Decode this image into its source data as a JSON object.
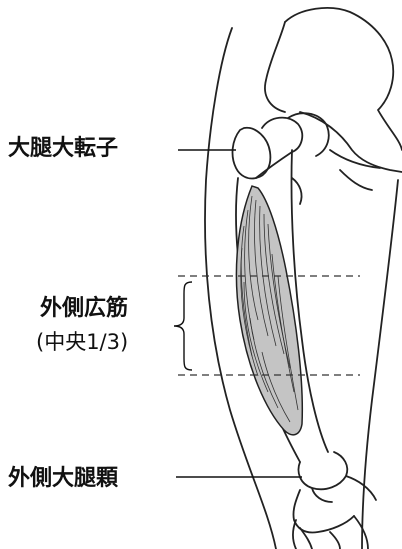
{
  "labels": {
    "greater_trochanter": "大腿大転子",
    "vastus_lateralis": "外側広筋",
    "vastus_lateralis_sub": "(中央1/3)",
    "lateral_condyle": "外側大腿顆"
  },
  "colors": {
    "ink": "#111111",
    "muscle_fill": "#c4c4c4",
    "background": "#ffffff"
  }
}
